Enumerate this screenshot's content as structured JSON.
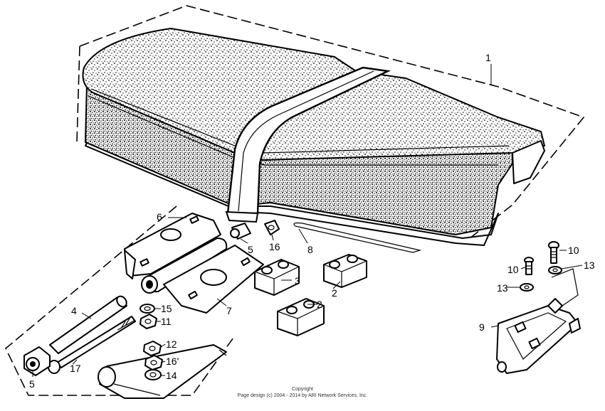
{
  "callouts": {
    "c1": "1",
    "c2a": "2",
    "c2b": "2",
    "c3": "3",
    "c4": "4",
    "c5a": "5",
    "c5b": "5",
    "c6": "6",
    "c7": "7",
    "c8": "8",
    "c9": "9",
    "c10a": "10",
    "c10b": "10",
    "c11": "11",
    "c12": "12",
    "c13a": "13",
    "c13b": "13",
    "c14": "14",
    "c15": "15",
    "c16a": "16",
    "c16b": "16'",
    "c17": "17"
  },
  "footer": {
    "line1": "Copyright",
    "line2": "Page design (c) 2004 - 2014 by ARI Network Services, Inc."
  }
}
